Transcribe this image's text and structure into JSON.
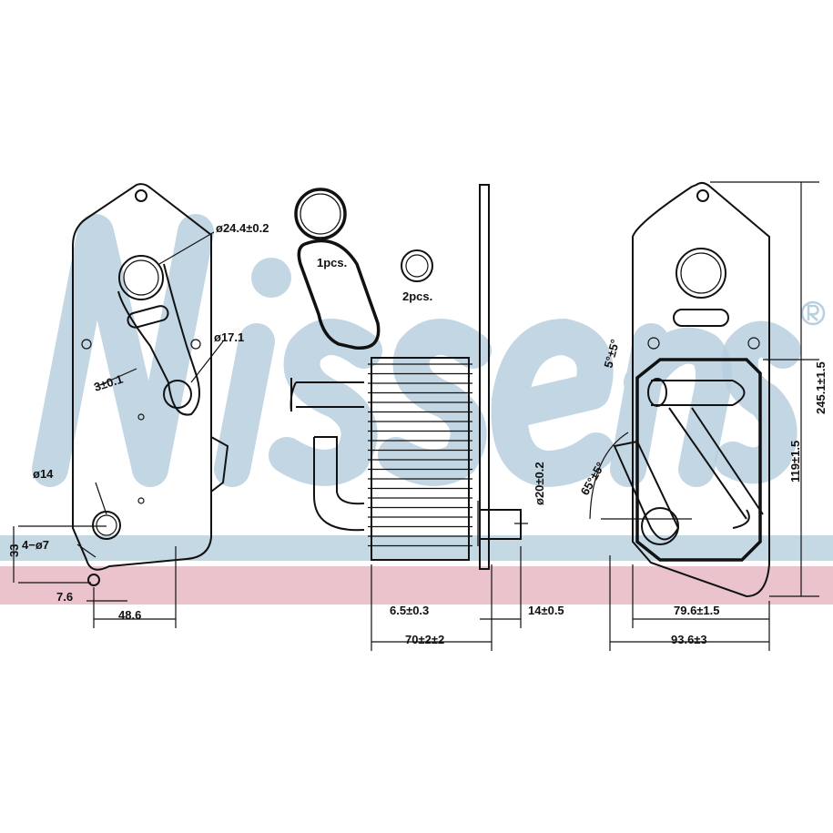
{
  "brand": {
    "logo_text": "Nissens",
    "registered": "®",
    "colors": {
      "watermark_blue": "#b7cfdf",
      "band_pink": "#e8b9c4",
      "line": "#111111"
    }
  },
  "views": {
    "front": {
      "bore_large": "ø24.4±0.2",
      "bore_small": "ø17.1",
      "gasket_thickness": "3±0.1",
      "hole_main": "ø14",
      "mount_holes": "4−ø7",
      "offset_vertical": "33",
      "offset_horizontal": "7.6",
      "hole_spacing": "48.6"
    },
    "seals": {
      "large_seal_qty": "1pcs.",
      "small_seal_qty": "2pcs."
    },
    "side": {
      "flange_thickness": "6.5±0.3",
      "spigot_length": "14±0.5",
      "core_width": "70±2±2",
      "spigot_diameter": "ø20±0.2"
    },
    "rear": {
      "pipe_angle_top": "5°±5°",
      "pipe_angle_low": "65°±5°",
      "core_height": "119±1.5",
      "total_height": "245.1±1.5",
      "core_span": "79.6±1.5",
      "total_width": "93.6±3"
    }
  }
}
